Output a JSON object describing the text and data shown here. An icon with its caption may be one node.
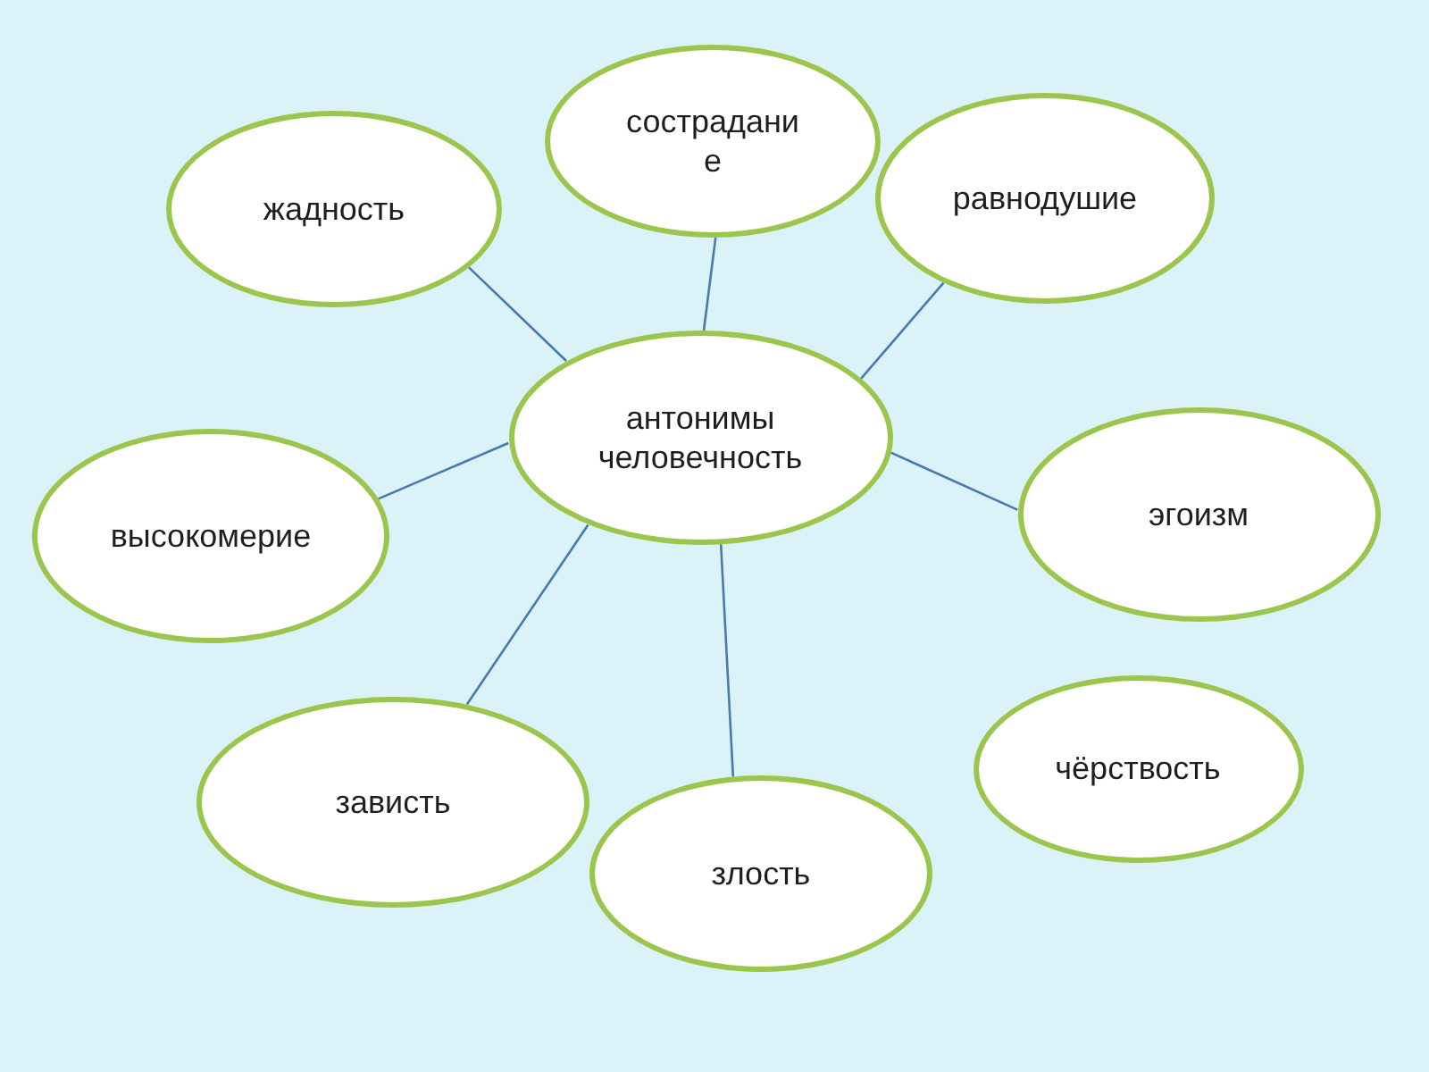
{
  "diagram": {
    "nodes": [
      {
        "text": [
          "сострадание"
        ]
      },
      {
        "text": [
          "жадность"
        ]
      },
      {
        "text": [
          "равнодушие"
        ]
      },
      {
        "text": [
          "антонимы человечность"
        ]
      },
      {
        "text": [
          "высокомерие"
        ]
      },
      {
        "text": [
          "эгоизм"
        ]
      },
      {
        "text": [
          "чёрствость"
        ]
      },
      {
        "text": [
          "зависть"
        ]
      },
      {
        "text": [
          "злость"
        ]
      }
    ],
    "edges": [
      {
        "from": 3,
        "to": 1,
        "arrow": "none"
      },
      {
        "from": 3,
        "to": 0,
        "arrow": "none"
      },
      {
        "from": 3,
        "to": 2,
        "arrow": "none"
      },
      {
        "from": 3,
        "to": 4,
        "arrow": "none"
      },
      {
        "from": 3,
        "to": 5,
        "arrow": "none"
      },
      {
        "from": 3,
        "to": 7,
        "arrow": "none"
      },
      {
        "from": 3,
        "to": 8,
        "arrow": "none"
      }
    ]
  }
}
